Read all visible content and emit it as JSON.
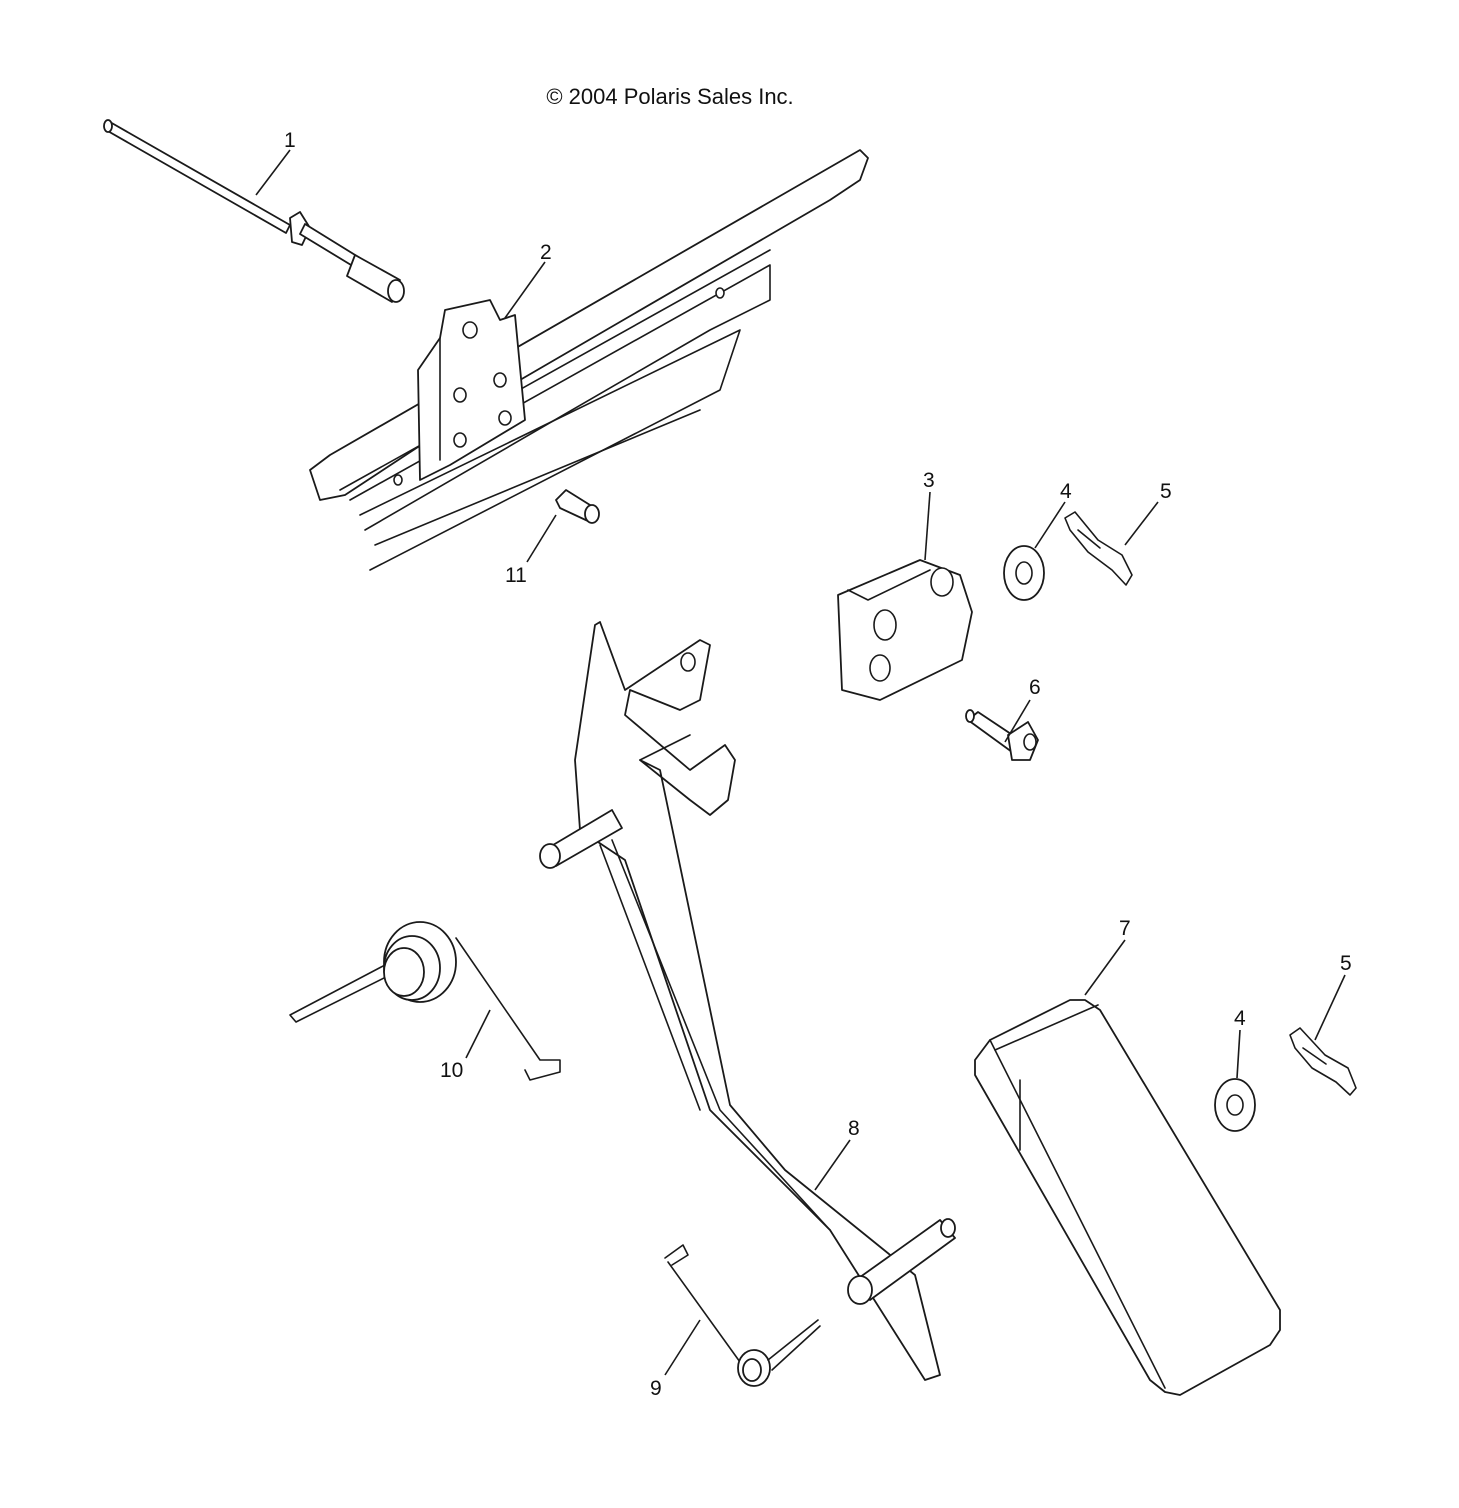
{
  "copyright": "© 2004 Polaris Sales Inc.",
  "callouts": [
    {
      "id": "1",
      "label": "1"
    },
    {
      "id": "2",
      "label": "2"
    },
    {
      "id": "3",
      "label": "3"
    },
    {
      "id": "4a",
      "label": "4"
    },
    {
      "id": "5a",
      "label": "5"
    },
    {
      "id": "6",
      "label": "6"
    },
    {
      "id": "7",
      "label": "7"
    },
    {
      "id": "4b",
      "label": "4"
    },
    {
      "id": "5b",
      "label": "5"
    },
    {
      "id": "8",
      "label": "8"
    },
    {
      "id": "9",
      "label": "9"
    },
    {
      "id": "10",
      "label": "10"
    },
    {
      "id": "11",
      "label": "11"
    }
  ]
}
